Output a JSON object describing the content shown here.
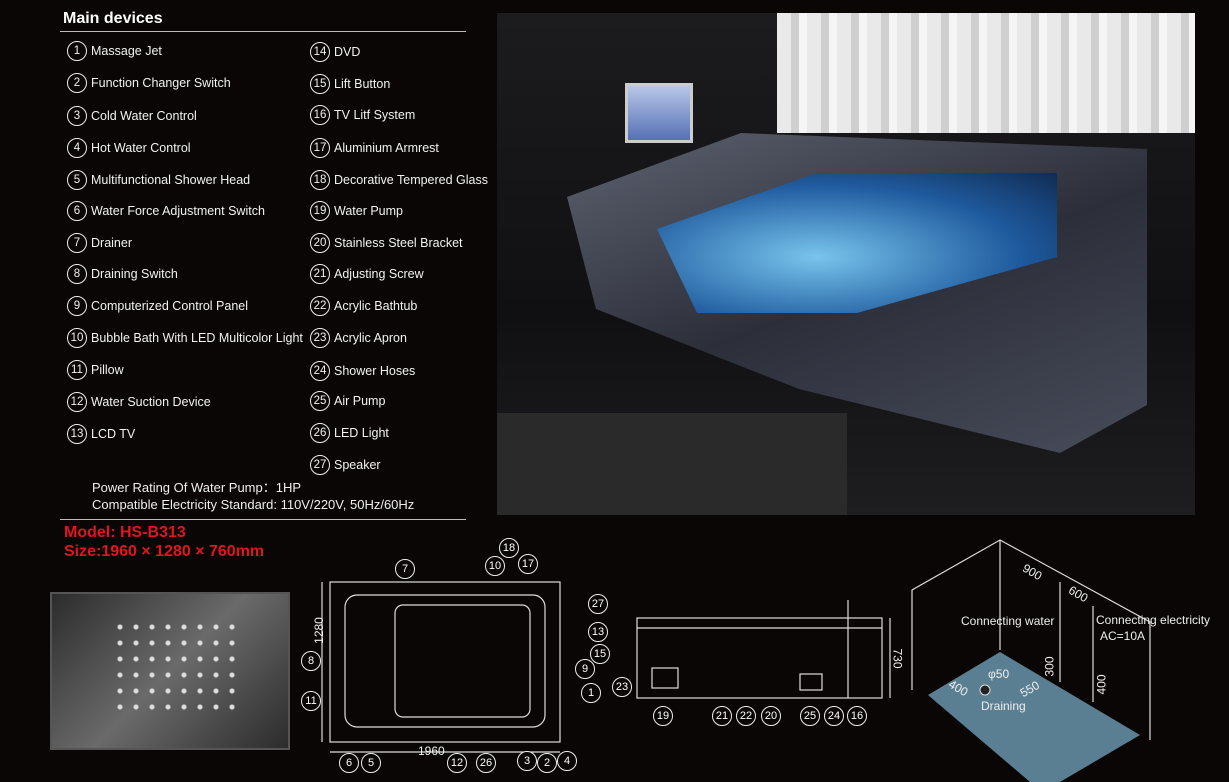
{
  "header": {
    "title": "Main devices"
  },
  "devices_left": [
    "Massage Jet",
    "Function Changer Switch",
    "Cold Water Control",
    "Hot Water Control",
    "Multifunctional Shower Head",
    "Water Force Adjustment Switch",
    "Drainer",
    "Draining Switch",
    "Computerized Control Panel",
    "Bubble Bath With LED Multicolor Light",
    "Pillow",
    "Water Suction Device",
    "LCD  TV"
  ],
  "devices_right": [
    "DVD",
    "Lift Button",
    "TV Litf System",
    "Aluminium  Armrest",
    "Decorative Tempered Glass",
    "Water Pump",
    "Stainless Steel Bracket",
    "Adjusting Screw",
    "Acrylic Bathtub",
    "Acrylic Apron",
    "Shower Hoses",
    "Air Pump",
    "LED Light",
    "Speaker"
  ],
  "specs": {
    "power": "Power Rating Of Water Pump：1HP",
    "electricity": "Compatible Electricity Standard:   110V/220V, 50Hz/60Hz"
  },
  "model": {
    "model": "Model: HS-B313",
    "size": "Size:1960 × 1280 × 760mm"
  },
  "colors": {
    "accent_red": "#e0161b",
    "floor": "#5a7f93"
  },
  "top_view": {
    "width": "1960",
    "depth": "1280",
    "callouts": [
      "7",
      "10",
      "18",
      "17",
      "27",
      "13",
      "15",
      "9",
      "1",
      "8",
      "11",
      "6",
      "5",
      "12",
      "26",
      "3",
      "2",
      "4"
    ]
  },
  "side_view": {
    "height": "730",
    "callouts": [
      "23",
      "19",
      "21",
      "22",
      "20",
      "25",
      "24",
      "16"
    ]
  },
  "install": {
    "dims": [
      "900",
      "600",
      "300",
      "400",
      "400",
      "550",
      "φ50"
    ],
    "water": "Connecting water",
    "electricity": "Connecting electricity",
    "ac": "AC=10A",
    "drain": "Draining"
  }
}
